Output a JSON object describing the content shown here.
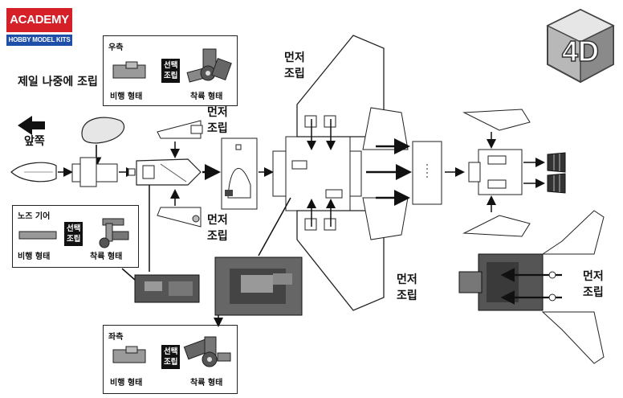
{
  "brand": {
    "name": "ACADEMY",
    "tagline": "HOBBY MODEL KITS",
    "red": "#d62027",
    "blue": "#1e4fa8"
  },
  "labels": {
    "assemble_last": "제일 나중에 조립",
    "front": "앞쪽",
    "dust_line1": "먼저",
    "dust_line2": "조립"
  },
  "right_gear_box": {
    "title": "우측",
    "select_1": "선택",
    "select_2": "조립",
    "flight": "비행 형태",
    "landing": "착륙 형태"
  },
  "nose_gear_box": {
    "title": "노즈 기어",
    "select_1": "선택",
    "select_2": "조립",
    "flight": "비행 형태",
    "landing": "착륙 형태"
  },
  "left_gear_box": {
    "title": "좌측",
    "select_1": "선택",
    "select_2": "조립",
    "flight": "비행 형태",
    "landing": "착륙 형태"
  },
  "badge": {
    "text": "4D"
  }
}
